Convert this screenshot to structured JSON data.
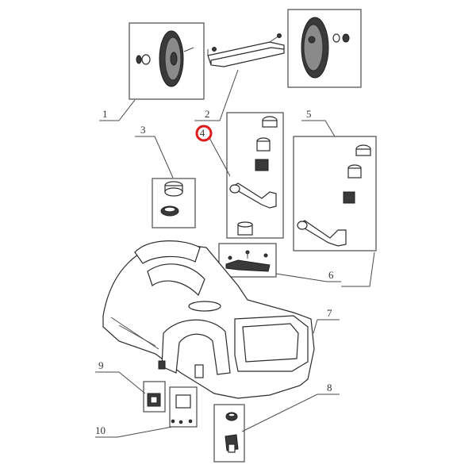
{
  "diagram": {
    "callouts": [
      {
        "id": "1",
        "label": "1"
      },
      {
        "id": "2",
        "label": "2"
      },
      {
        "id": "3",
        "label": "3"
      },
      {
        "id": "4",
        "label": "4"
      },
      {
        "id": "5",
        "label": "5"
      },
      {
        "id": "6",
        "label": "6"
      },
      {
        "id": "7",
        "label": "7"
      },
      {
        "id": "8",
        "label": "8"
      },
      {
        "id": "9",
        "label": "9"
      },
      {
        "id": "10",
        "label": "10"
      }
    ],
    "highlight_color": "#e01919",
    "line_color": "#4a4a4a"
  }
}
